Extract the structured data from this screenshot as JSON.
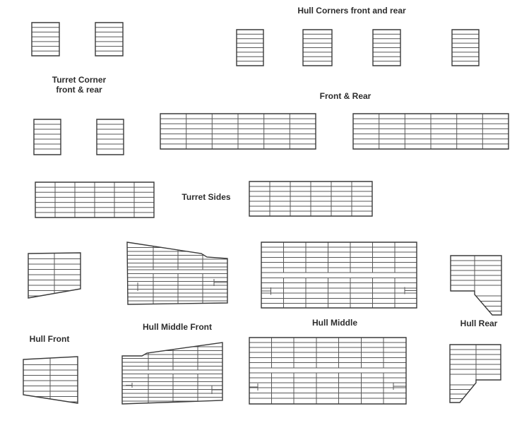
{
  "labels": {
    "hull_corners": "Hull Corners front and rear",
    "turret_corner": "Turret Corner\nfront & rear",
    "front_rear": "Front & Rear",
    "turret_sides": "Turret Sides",
    "hull_front": "Hull Front",
    "hull_middle_front": "Hull Middle Front",
    "hull_middle": "Hull Middle",
    "hull_rear": "Hull Rear"
  },
  "colors": {
    "background": "#ffffff",
    "line": "#575757",
    "outline": "#3a3a3a",
    "text": "#2d2d2d"
  },
  "panels": [
    {
      "name": "turret-corner-panel-1",
      "outline": [
        [
          45,
          32
        ],
        [
          84,
          32
        ],
        [
          84,
          79
        ],
        [
          45,
          79
        ]
      ],
      "h": [
        38.7,
        45.4,
        52.1,
        58.9,
        65.6,
        72.3
      ],
      "v": [],
      "seg": []
    },
    {
      "name": "turret-corner-panel-2",
      "outline": [
        [
          135,
          32
        ],
        [
          174,
          32
        ],
        [
          174,
          79
        ],
        [
          135,
          79
        ]
      ],
      "h": [
        38.7,
        45.4,
        52.1,
        58.9,
        65.6,
        72.3
      ],
      "v": [],
      "seg": []
    },
    {
      "name": "turret-corner-panel-3",
      "outline": [
        [
          48,
          169
        ],
        [
          86,
          169
        ],
        [
          86,
          219
        ],
        [
          48,
          219
        ]
      ],
      "h": [
        176,
        183,
        190,
        197,
        204,
        211
      ],
      "v": [],
      "seg": []
    },
    {
      "name": "turret-corner-panel-4",
      "outline": [
        [
          137,
          169
        ],
        [
          175,
          169
        ],
        [
          175,
          219
        ],
        [
          137,
          219
        ]
      ],
      "h": [
        176,
        183,
        190,
        197,
        204,
        211
      ],
      "v": [],
      "seg": []
    },
    {
      "name": "hull-corner-panel-1",
      "outline": [
        [
          335,
          42
        ],
        [
          373,
          42
        ],
        [
          373,
          93
        ],
        [
          335,
          93
        ]
      ],
      "h": [
        48.4,
        54.8,
        61.1,
        67.5,
        73.9,
        80.3,
        86.6
      ],
      "v": [],
      "seg": []
    },
    {
      "name": "hull-corner-panel-2",
      "outline": [
        [
          429,
          42
        ],
        [
          470,
          42
        ],
        [
          470,
          93
        ],
        [
          429,
          93
        ]
      ],
      "h": [
        48.4,
        54.8,
        61.1,
        67.5,
        73.9,
        80.3,
        86.6
      ],
      "v": [],
      "seg": []
    },
    {
      "name": "hull-corner-panel-3",
      "outline": [
        [
          528,
          42
        ],
        [
          567,
          42
        ],
        [
          567,
          93
        ],
        [
          528,
          93
        ]
      ],
      "h": [
        48.4,
        54.8,
        61.1,
        67.5,
        73.9,
        80.3,
        86.6
      ],
      "v": [],
      "seg": []
    },
    {
      "name": "hull-corner-panel-4",
      "outline": [
        [
          640,
          42
        ],
        [
          678,
          42
        ],
        [
          678,
          93
        ],
        [
          640,
          93
        ]
      ],
      "h": [
        48.4,
        54.8,
        61.1,
        67.5,
        73.9,
        80.3,
        86.6
      ],
      "v": [],
      "seg": []
    },
    {
      "name": "front-rear-panel-1",
      "outline": [
        [
          227,
          161
        ],
        [
          447,
          161
        ],
        [
          447,
          211
        ],
        [
          227,
          211
        ]
      ],
      "h": [
        168.1,
        175.3,
        182.4,
        189.6,
        196.7,
        203.9
      ],
      "v": [
        [
          263.7,
          161,
          211
        ],
        [
          300.3,
          161,
          211
        ],
        [
          337,
          161,
          211
        ],
        [
          373.7,
          161,
          211
        ],
        [
          410.3,
          161,
          211
        ]
      ],
      "seg": []
    },
    {
      "name": "front-rear-panel-2",
      "outline": [
        [
          500,
          161
        ],
        [
          720,
          161
        ],
        [
          720,
          211
        ],
        [
          500,
          211
        ]
      ],
      "h": [
        168.1,
        175.3,
        182.4,
        189.6,
        196.7,
        203.9
      ],
      "v": [
        [
          536.7,
          161,
          211
        ],
        [
          573.3,
          161,
          211
        ],
        [
          610,
          161,
          211
        ],
        [
          646.7,
          161,
          211
        ],
        [
          683.3,
          161,
          211
        ]
      ],
      "seg": []
    },
    {
      "name": "turret-side-panel-1",
      "outline": [
        [
          50,
          258
        ],
        [
          218,
          258
        ],
        [
          218,
          308
        ],
        [
          50,
          308
        ]
      ],
      "h": [
        265.1,
        272.3,
        279.4,
        286.6,
        293.7,
        300.9
      ],
      "v": [
        [
          78,
          258,
          308
        ],
        [
          106,
          258,
          308
        ],
        [
          134,
          258,
          308
        ],
        [
          162,
          258,
          308
        ],
        [
          190,
          258,
          308
        ]
      ],
      "seg": []
    },
    {
      "name": "turret-side-panel-2",
      "outline": [
        [
          353,
          257
        ],
        [
          527,
          257
        ],
        [
          527,
          306
        ],
        [
          353,
          306
        ]
      ],
      "h": [
        264,
        271,
        278,
        285,
        292,
        299
      ],
      "v": [
        [
          382,
          257,
          306
        ],
        [
          411,
          257,
          306
        ],
        [
          440,
          257,
          306
        ],
        [
          469,
          257,
          306
        ],
        [
          498,
          257,
          306
        ]
      ],
      "seg": []
    },
    {
      "name": "hull-front-panel-1",
      "outline": [
        [
          40,
          359
        ],
        [
          114,
          358
        ],
        [
          114,
          409
        ],
        [
          40,
          422
        ]
      ],
      "h": [
        366.5,
        374,
        381.5,
        389,
        396.5,
        404,
        411.5,
        419
      ],
      "v": [
        [
          77,
          357,
          422
        ]
      ],
      "seg": []
    },
    {
      "name": "hull-front-panel-2",
      "outline": [
        [
          33,
          509
        ],
        [
          110,
          505
        ],
        [
          110,
          571
        ],
        [
          33,
          559
        ]
      ],
      "h": [
        516.5,
        524,
        531.5,
        539,
        546.5,
        554,
        561.5,
        569
      ],
      "v": [
        [
          71,
          504,
          571
        ]
      ],
      "seg": []
    },
    {
      "name": "hull-middle-front-panel-1",
      "outline": [
        [
          180,
          343
        ],
        [
          285,
          359
        ],
        [
          293,
          364
        ],
        [
          322,
          366
        ],
        [
          322,
          429
        ],
        [
          181,
          431
        ]
      ],
      "h": [
        350.5,
        356,
        361.5,
        367,
        372.5,
        378,
        382,
        387.5,
        393,
        398.5,
        404,
        409.5,
        415,
        420.5,
        426
      ],
      "v": [
        [
          217,
          342,
          382
        ],
        [
          252,
          342,
          382
        ],
        [
          287,
          342,
          382
        ],
        [
          217,
          387.5,
          431
        ],
        [
          252,
          387.5,
          431
        ],
        [
          287,
          387.5,
          431
        ]
      ],
      "seg": [
        [
          195,
          400,
          195,
          412
        ],
        [
          303,
          395,
          303,
          405
        ],
        [
          303,
          400,
          322,
          400
        ]
      ]
    },
    {
      "name": "hull-middle-front-panel-2",
      "outline": [
        [
          173,
          504
        ],
        [
          201,
          504
        ],
        [
          208,
          500
        ],
        [
          315,
          485
        ],
        [
          315,
          567
        ],
        [
          173,
          572
        ]
      ],
      "h": [
        491,
        496.5,
        502,
        507.5,
        513,
        518.5,
        524,
        529.5,
        535,
        540.5,
        546,
        551.5,
        557,
        562.5,
        568
      ],
      "v": [
        [
          210,
          484,
          524
        ],
        [
          245,
          484,
          524
        ],
        [
          280,
          484,
          524
        ],
        [
          210,
          529.5,
          572
        ],
        [
          245,
          529.5,
          572
        ],
        [
          280,
          529.5,
          572
        ]
      ],
      "seg": [
        [
          187,
          542,
          187,
          549
        ],
        [
          178,
          545.5,
          187,
          545.5
        ],
        [
          300,
          546,
          300,
          558
        ],
        [
          300,
          552,
          315,
          552
        ]
      ]
    },
    {
      "name": "hull-middle-panel-1",
      "outline": [
        [
          370,
          343
        ],
        [
          590,
          343
        ],
        [
          590,
          436
        ],
        [
          370,
          436
        ]
      ],
      "h": [
        350,
        357,
        364.5,
        371.5,
        379,
        386,
        393.5,
        400.5,
        408,
        415,
        422.5,
        429.5
      ],
      "v": [
        [
          401.5,
          343,
          386
        ],
        [
          433,
          343,
          386
        ],
        [
          464.5,
          343,
          386
        ],
        [
          496,
          343,
          386
        ],
        [
          527.5,
          343,
          386
        ],
        [
          559,
          343,
          386
        ],
        [
          401.5,
          393.5,
          436
        ],
        [
          433,
          393.5,
          436
        ],
        [
          464.5,
          393.5,
          436
        ],
        [
          496,
          393.5,
          436
        ],
        [
          527.5,
          393.5,
          436
        ],
        [
          559,
          393.5,
          436
        ]
      ],
      "seg": [
        [
          383.5,
          407,
          383.5,
          417.5
        ],
        [
          370,
          412,
          383.5,
          412
        ],
        [
          573,
          406.5,
          573,
          416.5
        ],
        [
          573,
          411.5,
          590,
          411.5
        ]
      ]
    },
    {
      "name": "hull-middle-panel-2",
      "outline": [
        [
          353,
          478
        ],
        [
          575,
          478
        ],
        [
          575,
          572
        ],
        [
          353,
          572
        ]
      ],
      "h": [
        485,
        492,
        499,
        506.5,
        513.5,
        521,
        528,
        535,
        542,
        549,
        556.5,
        564
      ],
      "v": [
        [
          384.5,
          478,
          521
        ],
        [
          416,
          478,
          521
        ],
        [
          448,
          478,
          521
        ],
        [
          479.5,
          478,
          521
        ],
        [
          511.5,
          478,
          521
        ],
        [
          543,
          478,
          521
        ],
        [
          384.5,
          528,
          572
        ],
        [
          416,
          528,
          572
        ],
        [
          448,
          528,
          572
        ],
        [
          479.5,
          528,
          572
        ],
        [
          511.5,
          528,
          572
        ],
        [
          543,
          528,
          572
        ]
      ],
      "seg": [
        [
          365,
          543,
          365,
          553
        ],
        [
          353,
          548,
          365,
          548
        ],
        [
          557,
          542,
          557,
          552
        ],
        [
          557,
          547,
          575,
          547
        ]
      ]
    },
    {
      "name": "hull-rear-panel-1",
      "outline": [
        [
          638,
          362
        ],
        [
          710,
          362
        ],
        [
          710,
          446
        ],
        [
          697,
          446
        ],
        [
          672,
          417
        ],
        [
          672,
          412
        ],
        [
          638,
          412
        ]
      ],
      "h": [
        369,
        376,
        383,
        390,
        397,
        404,
        419,
        426.5,
        433.5,
        440.5
      ],
      "v": [
        [
          672,
          362,
          412
        ]
      ],
      "seg": []
    },
    {
      "name": "hull-rear-panel-2",
      "outline": [
        [
          637,
          488
        ],
        [
          709,
          488
        ],
        [
          709,
          538
        ],
        [
          674,
          538
        ],
        [
          674,
          542
        ],
        [
          651,
          570
        ],
        [
          637,
          570
        ]
      ],
      "h": [
        495,
        502,
        509,
        516,
        523,
        530,
        545,
        551.5,
        558,
        564.5
      ],
      "v": [
        [
          674,
          488,
          538
        ]
      ],
      "seg": []
    }
  ]
}
